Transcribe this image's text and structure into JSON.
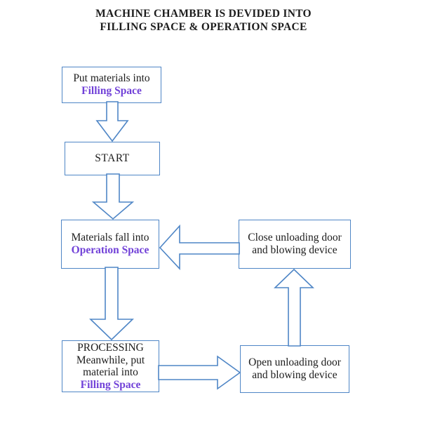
{
  "title": {
    "line1": "MACHINE CHAMBER IS DEVIDED INTO",
    "line2": "FILLING SPACE & OPERATION SPACE"
  },
  "flow": {
    "put_box": {
      "line1": "Put materials into",
      "highlight": "Filling Space"
    },
    "start_box": {
      "label": "START"
    },
    "materials_box": {
      "line1": "Materials fall into",
      "highlight": "Operation Space"
    },
    "close_box": {
      "line1": "Close unloading door",
      "line2": "and blowing device"
    },
    "processing_box": {
      "line1": "PROCESSING",
      "line2": "Meanwhile, put",
      "line3": "material into",
      "highlight": "Filling Space"
    },
    "open_box": {
      "line1": "Open unloading door",
      "line2": "and blowing device"
    }
  },
  "arrows": [
    {
      "name": "arrow-put-to-start",
      "from": "put_box",
      "to": "start_box",
      "direction": "down"
    },
    {
      "name": "arrow-start-to-materials",
      "from": "start_box",
      "to": "materials_box",
      "direction": "down"
    },
    {
      "name": "arrow-materials-to-processing",
      "from": "materials_box",
      "to": "processing_box",
      "direction": "down"
    },
    {
      "name": "arrow-processing-to-open",
      "from": "processing_box",
      "to": "open_box",
      "direction": "right"
    },
    {
      "name": "arrow-open-to-close",
      "from": "open_box",
      "to": "close_box",
      "direction": "up"
    },
    {
      "name": "arrow-close-to-materials",
      "from": "close_box",
      "to": "materials_box",
      "direction": "left"
    }
  ],
  "colors": {
    "outline_blue": "#4f86c6",
    "highlight_purple": "#7141d8",
    "body_text": "#1c1c1c",
    "background": "#ffffff",
    "arrow_fill": "#ffffff"
  }
}
